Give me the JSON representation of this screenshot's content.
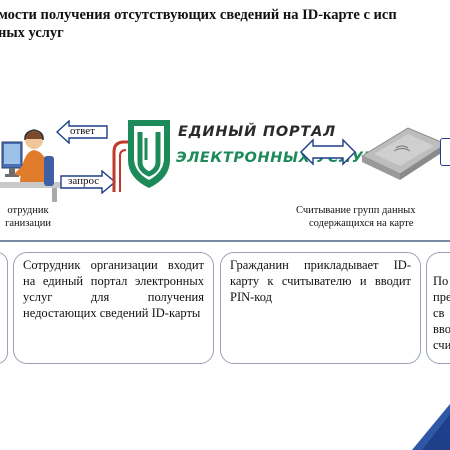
{
  "title": {
    "line1": "мости получения отсутствующих сведений на ID-карте с исп",
    "line2": "ных услуг"
  },
  "arrows": {
    "answer": "ответ",
    "request": "запрос"
  },
  "employee": {
    "label_line1": "отрудник",
    "label_line2": "ганизации"
  },
  "portal": {
    "line1": "ЕДИНЫЙ ПОРТАЛ",
    "line2": "ЭЛЕКТРОННЫХ УСЛУГ"
  },
  "reader": {
    "label_line1": "Считывание групп данных",
    "label_line2": "содержащихся на карте"
  },
  "boxes": [
    {
      "text": ""
    },
    {
      "text": "Сотрудник организации входит на единый портал электронных услуг для получения недостающих сведений ID-карты"
    },
    {
      "text": "Гражданин прикладывает ID-карту к считывателю и вводит PIN-код"
    },
    {
      "text": "По\nпре\nсв\nвво\nсчи"
    }
  ],
  "colors": {
    "accent_blue": "#1f3f8a",
    "portal_green": "#1d8a5a",
    "box_border": "#9aa3b5"
  }
}
